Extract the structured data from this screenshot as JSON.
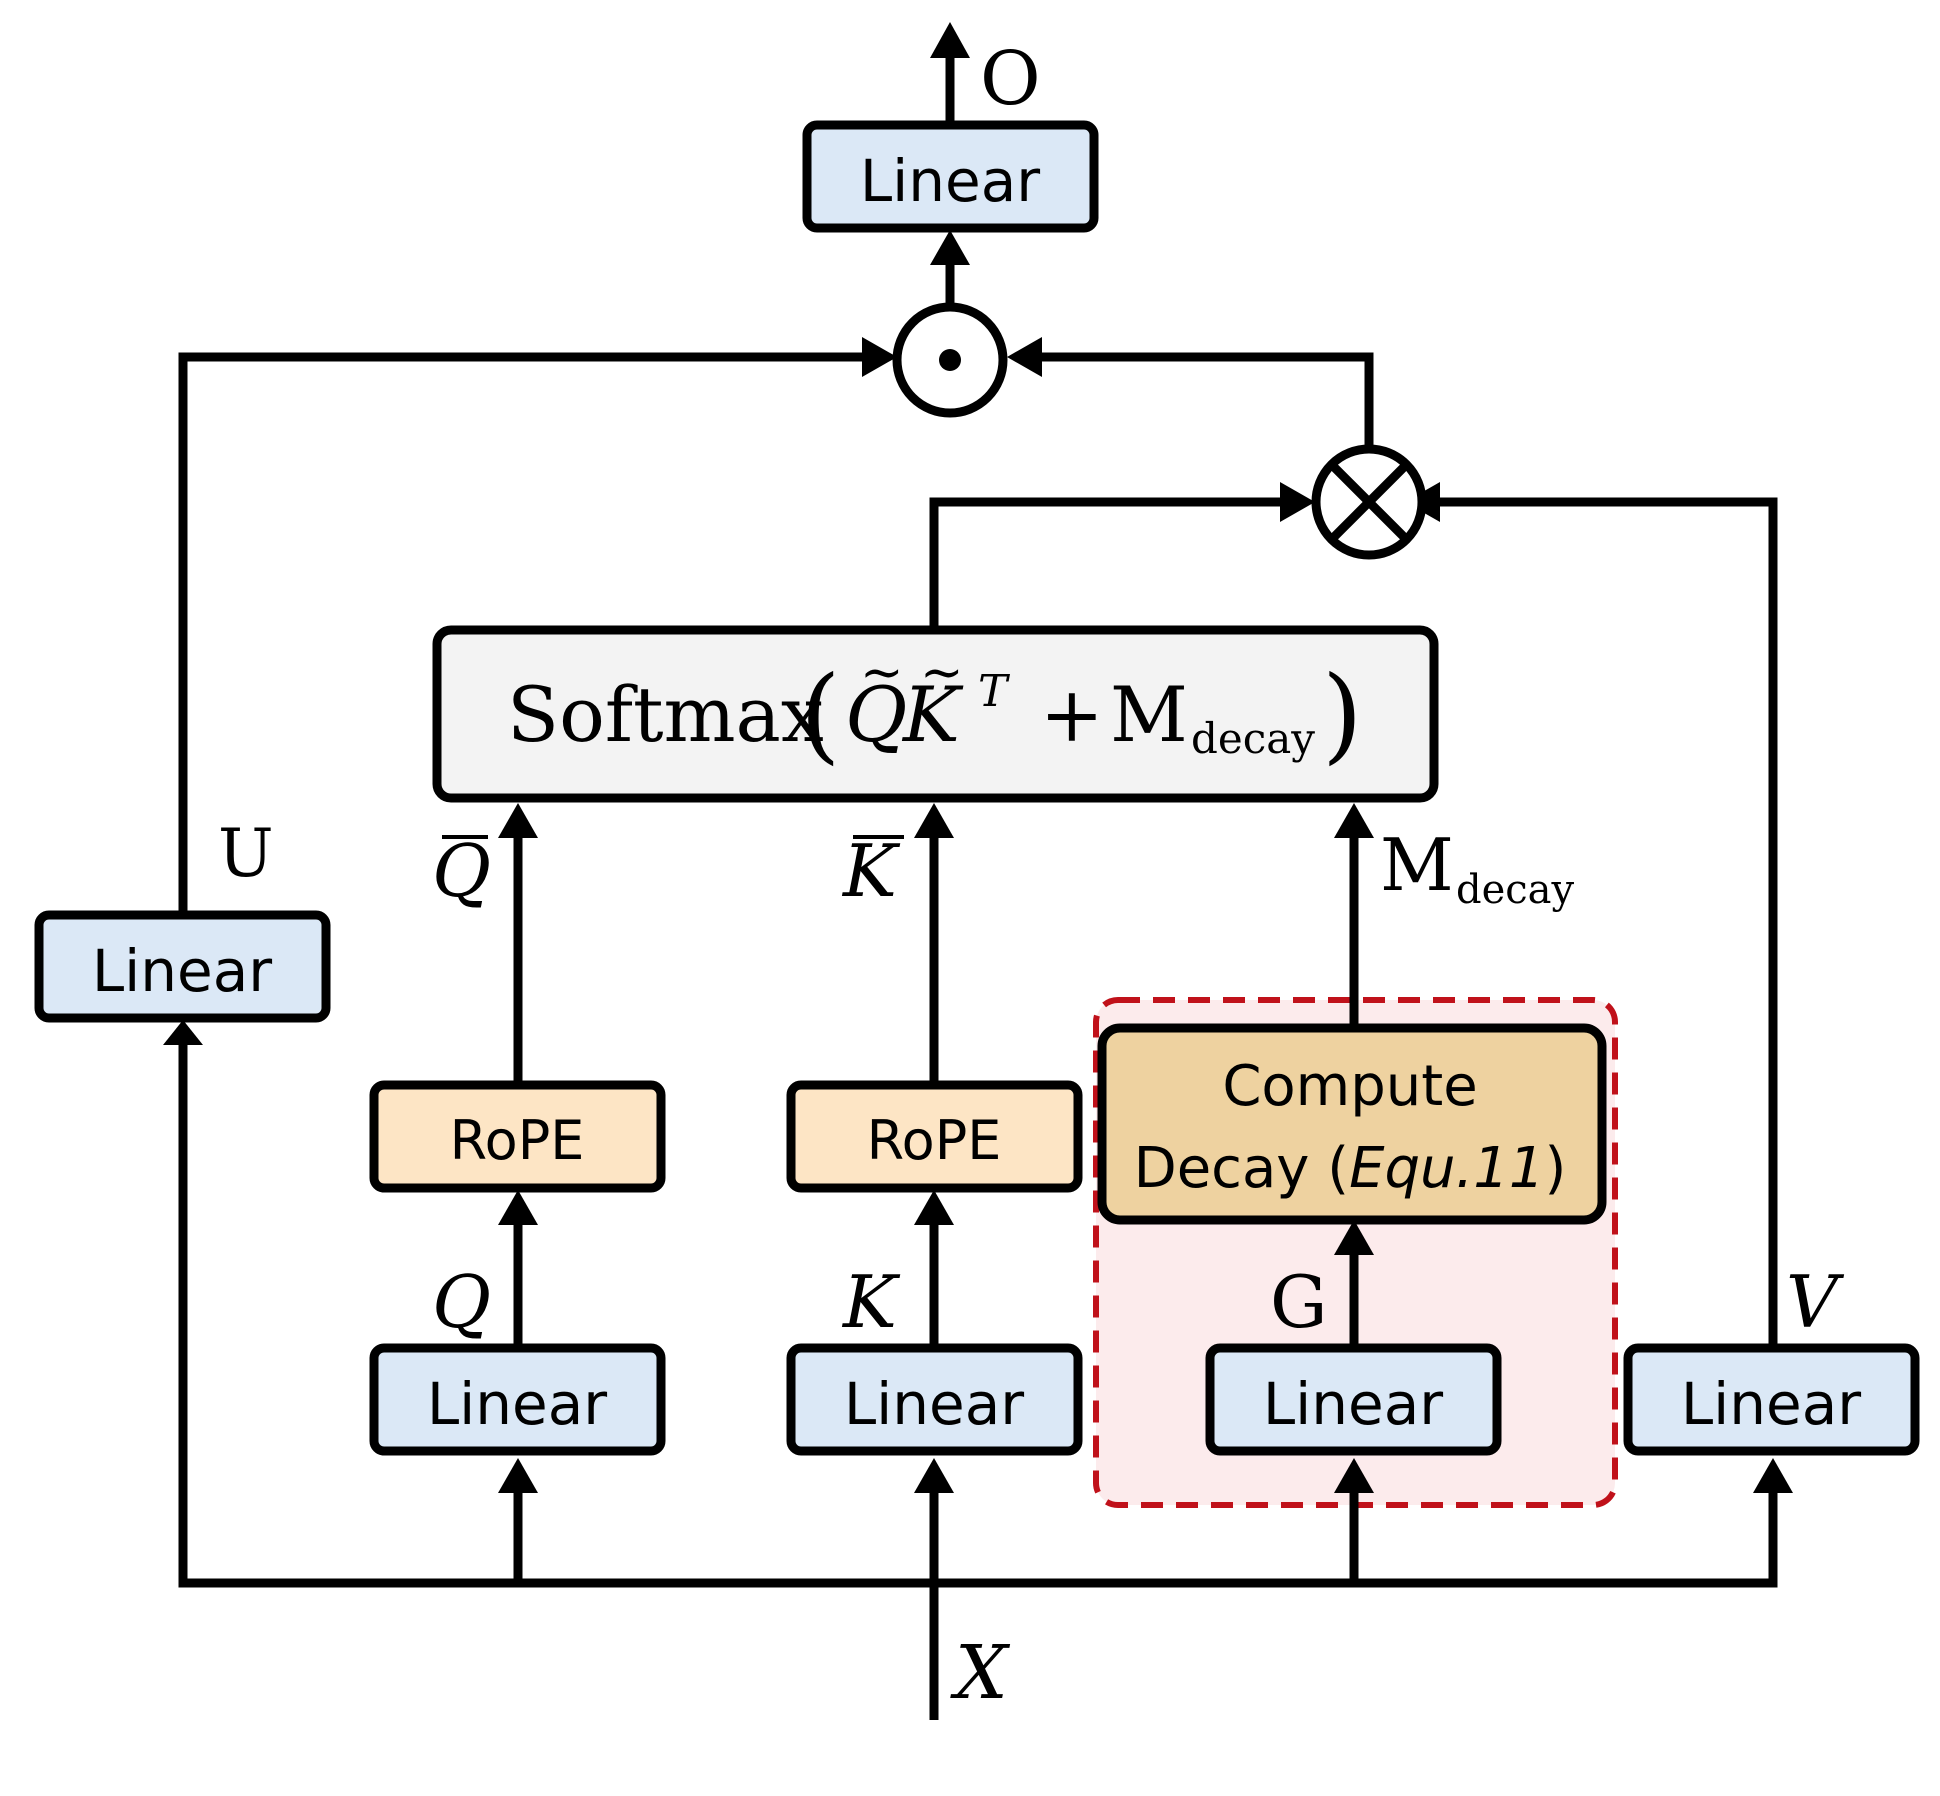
{
  "blocks": {
    "linear_out": "Linear",
    "linear_u": "Linear",
    "linear_q": "Linear",
    "linear_k": "Linear",
    "linear_g": "Linear",
    "linear_v": "Linear",
    "rope_q": "RoPE",
    "rope_k": "RoPE",
    "compute_line1": "Compute",
    "compute_line2_prefix": "Decay (",
    "compute_line2_eq": "Equ.11",
    "compute_line2_suffix": ")",
    "softmax_fn": "Softmax",
    "softmax_plus": "+",
    "softmax_M": "M",
    "softmax_sub": "decay"
  },
  "signals": {
    "output": "O",
    "u": "U",
    "q": "Q",
    "k": "K",
    "g": "G",
    "v": "V",
    "x": "X",
    "qbar": "Q",
    "kbar": "K",
    "mdecay": "M",
    "mdecay_sub": "decay",
    "transpose": "T"
  },
  "operators": {
    "hadamard": "element-wise-product",
    "matmul": "multiply"
  },
  "colors": {
    "linear_fill": "#dbe8f6",
    "rope_fill": "#fde5c5",
    "compute_fill": "#eed2a0",
    "softmax_fill": "#f3f3f3",
    "highlight_border": "#c0111a",
    "highlight_fill": "#fcebec"
  }
}
